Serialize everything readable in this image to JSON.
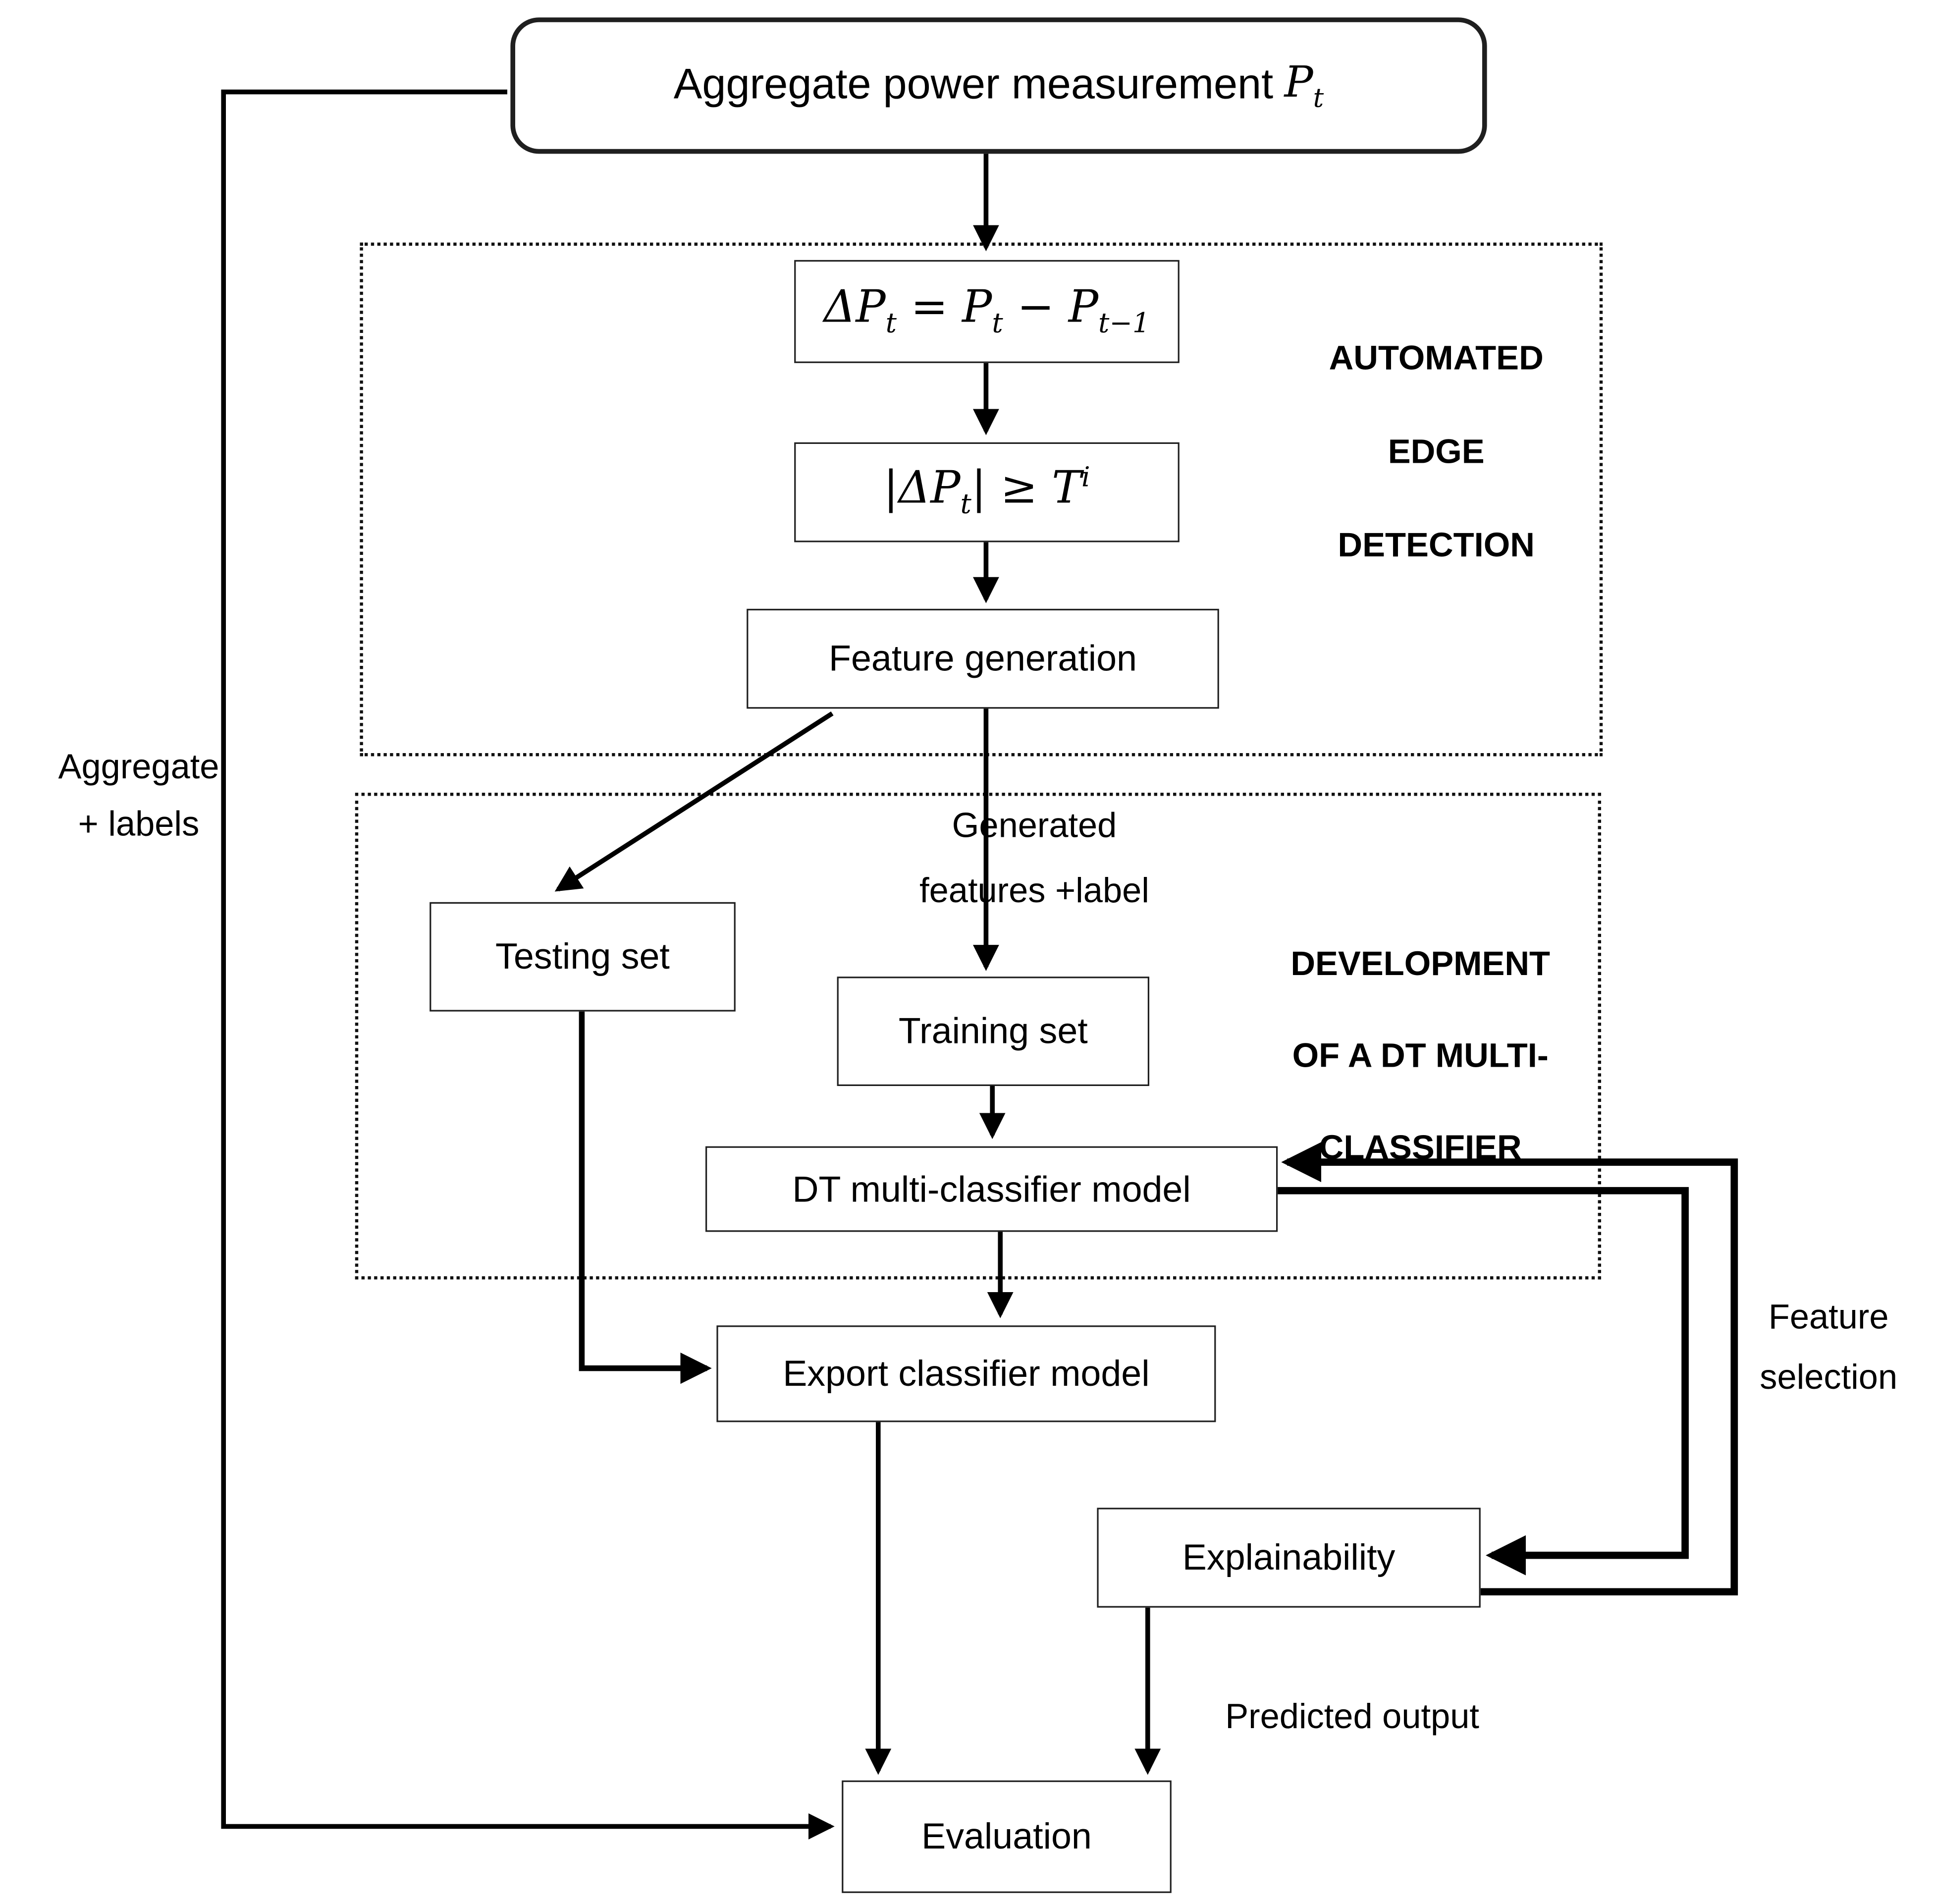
{
  "diagram": {
    "colors": {
      "background": "#ffffff",
      "stroke": "#000000",
      "box_border": "#1f1f1f"
    },
    "top_box": {
      "label": "Aggregate power measurement",
      "math_base": "P",
      "math_sub": "t"
    },
    "section_edge": {
      "line1": "AUTOMATED",
      "line2": "EDGE",
      "line3": "DETECTION"
    },
    "section_dev": {
      "line1": "DEVELOPMENT",
      "line2": "OF A DT MULTI-",
      "line3": "CLASSIFIER"
    },
    "formula_delta": {
      "t1": "ΔP",
      "sub1": "t",
      "t2": " = P",
      "sub2": "t",
      "t3": " − P",
      "sub3": "t−1"
    },
    "formula_threshold": {
      "t1": "|ΔP",
      "sub1": "t",
      "t2": "| ≥ T",
      "sup1": "i"
    },
    "boxes": {
      "feature_generation": "Feature generation",
      "testing_set": "Testing set",
      "training_set": "Training set",
      "dt_model": "DT multi-classifier model",
      "export_model": "Export classifier model",
      "explainability": "Explainability",
      "evaluation": "Evaluation"
    },
    "labels": {
      "aggregate_line1": "Aggregate",
      "aggregate_line2": "+ labels",
      "generated_line1": "Generated",
      "generated_line2": "features +label",
      "feature_sel_line1": "Feature",
      "feature_sel_line2": "selection",
      "predicted_output": "Predicted output"
    }
  }
}
